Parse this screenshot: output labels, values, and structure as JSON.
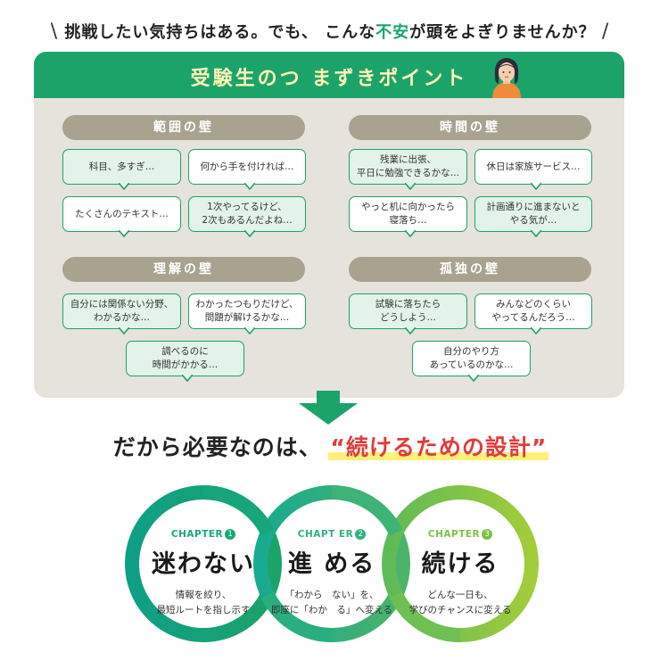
{
  "headline": {
    "left_slash": "\\",
    "part1": "挑戦したい気持ちはある。でも、 こんな",
    "highlight": "不安",
    "part2": "が頭をよぎりませんか？",
    "right_slash": "/"
  },
  "banner": {
    "title": "受験生のつ まずきポイント"
  },
  "walls": [
    {
      "label": "範囲の壁",
      "bubbles": [
        "科目、多すぎ…",
        "何から手を付ければ…",
        "たくさんのテキスト…",
        "1次やってるけど、\n2次もあるんだよね…"
      ]
    },
    {
      "label": "時間の壁",
      "bubbles": [
        "残業に出張、\n平日に勉強できるかな…",
        "休日は家族サービス…",
        "やっと机に向かったら\n寝落ち…",
        "計画通りに進まないと\nやる気が…"
      ]
    },
    {
      "label": "理解の壁",
      "bubbles": [
        "自分には関係ない分野、\nわかるかな…",
        "わかったつもりだけど、\n問題が解けるかな…",
        "調べるのに\n時間がかかる…"
      ]
    },
    {
      "label": "孤独の壁",
      "bubbles": [
        "試験に落ちたら\nどうしよう…",
        "みんなどのくらい\nやってるんだろう…",
        "自分のやり方\nあっているのかな…"
      ]
    }
  ],
  "middle": {
    "before": "だから必要なのは、",
    "emphasis": "“続けるための設計”"
  },
  "chapters": [
    {
      "label": "CHAPTER",
      "num": "1",
      "title": "迷わない",
      "desc": "情報を絞り、\n最短ルートを指し示す",
      "color": "#18a878"
    },
    {
      "label": "CHAPT ER",
      "num": "2",
      "title": "進 める",
      "desc": "「わから　ない」を、\n即座に「わか　る」へ変える",
      "color": "#2fb27e"
    },
    {
      "label": "CHAPTER",
      "num": "3",
      "title": "続ける",
      "desc": "どんな一日も、\n学びのチャンスに変える",
      "color": "#7cc248"
    }
  ],
  "colors": {
    "green": "#1ca36a",
    "tint": "#e3f3e9",
    "pill": "#a8a28f",
    "panel": "#e6e3dc",
    "banner_text": "#fff5b8",
    "emphasis": "#e23a3a"
  },
  "icons": {
    "person": "person-illustration-icon",
    "arrow": "down-arrow-icon"
  }
}
